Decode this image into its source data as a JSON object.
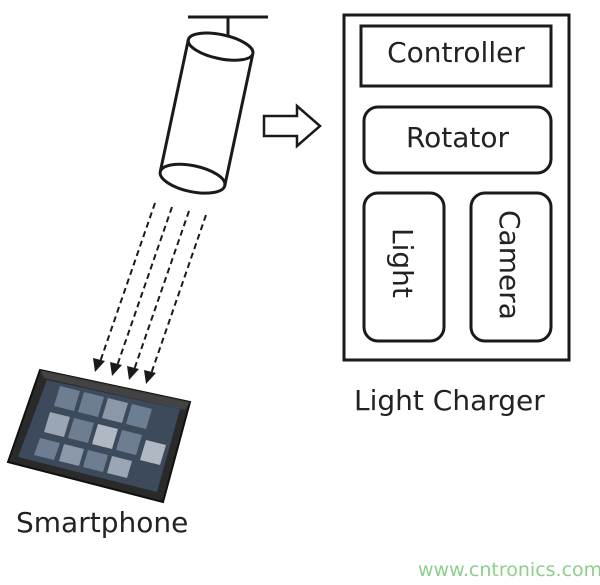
{
  "diagram": {
    "blocks": {
      "controller": "Controller",
      "rotator": "Rotator",
      "light": "Light",
      "camera": "Camera"
    },
    "charger_label": "Light Charger",
    "phone_label": "Smartphone",
    "watermark": "www.cntronics.com",
    "colors": {
      "stroke": "#1a1a1a",
      "watermark": "#8cd08c",
      "phone_body": "#2a2a2a"
    }
  }
}
